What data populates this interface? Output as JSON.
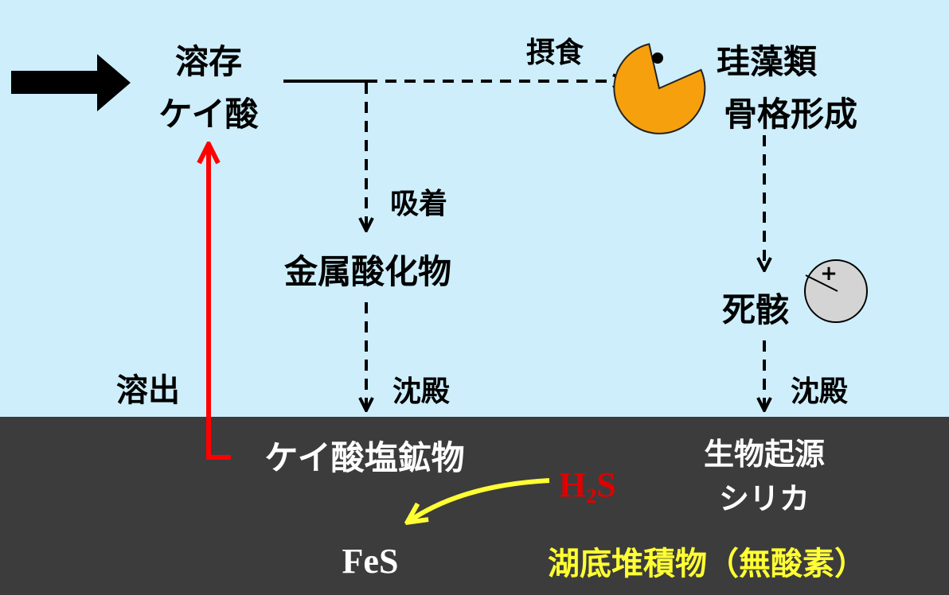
{
  "nodes": {
    "dissolved_silica": {
      "line1": "溶存",
      "line2": "ケイ酸"
    },
    "diatom_skeleton": {
      "line1": "珪藻類",
      "line2": "骨格形成"
    },
    "metal_oxide": "金属酸化物",
    "remains": "死骸",
    "silicate_mineral": "ケイ酸塩鉱物",
    "biogenic_silica": {
      "line1": "生物起源",
      "line2": "シリカ"
    },
    "fes": "FeS",
    "sediment": "湖底堆積物（無酸素）"
  },
  "labels": {
    "ingestion": "摂食",
    "adsorption": "吸着",
    "sedimentation_left": "沈殿",
    "sedimentation_right": "沈殿",
    "dissolution": "溶出",
    "h2s_main": "H",
    "h2s_sub": "2",
    "h2s_tail": "S",
    "charge": "+"
  },
  "colors": {
    "water": "#cdeefa",
    "sediment": "#3c3c3c",
    "dissolution_arrow": "#ff0000",
    "h2s_arrow": "#ffff33",
    "h2s_text": "#e00000",
    "sediment_text": "#ffff33",
    "diatom_fill": "#f7a00d",
    "particle_fill": "#d4d4d4"
  },
  "icons": {
    "input_arrow": "thick-right-arrow-icon",
    "diatom": "pacman-diatom-icon",
    "particle": "charged-particle-icon"
  }
}
